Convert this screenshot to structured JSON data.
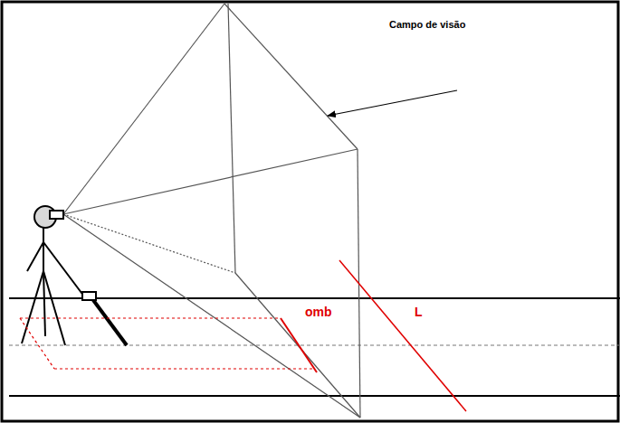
{
  "diagram": {
    "labels": [
      "Campo de visão",
      "omb",
      "L"
    ]
  }
}
